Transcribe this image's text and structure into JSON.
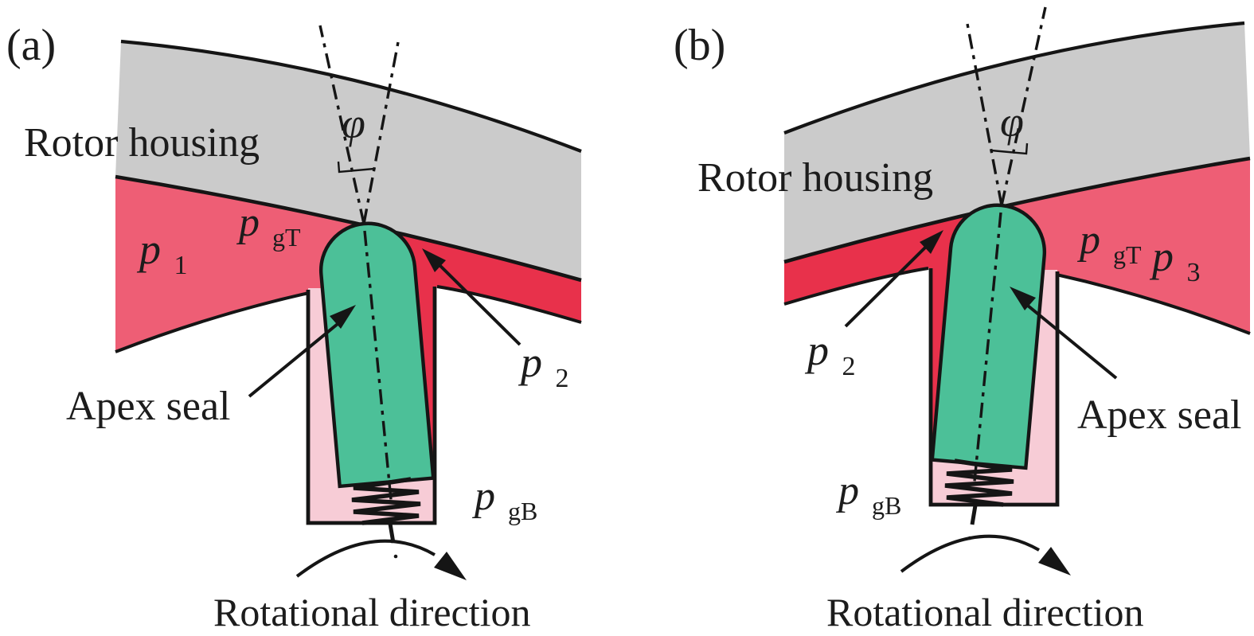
{
  "figure": {
    "description": "Tilting behaviour of an apex seal in its groove against the rotor housing, for two rotational load cases",
    "panels": [
      {
        "tag": "(a)",
        "rotor_housing_label": "Rotor housing",
        "tilt_angle_symbol": "φ",
        "apex_seal_label": "Apex seal",
        "rotational_direction_label": "Rotational direction",
        "pressures": {
          "chamber_left": {
            "main": "p",
            "sub": "1"
          },
          "groove_top": {
            "main": "p",
            "sub": "gT"
          },
          "chamber_right": {
            "main": "p",
            "sub": "2"
          },
          "groove_bottom": {
            "main": "p",
            "sub": "gB"
          }
        }
      },
      {
        "tag": "(b)",
        "rotor_housing_label": "Rotor housing",
        "tilt_angle_symbol": "φ",
        "apex_seal_label": "Apex seal",
        "rotational_direction_label": "Rotational direction",
        "pressures": {
          "chamber_left": {
            "main": "p",
            "sub": "2"
          },
          "groove_top": {
            "main": "p",
            "sub": "gT"
          },
          "chamber_right": {
            "main": "p",
            "sub": "3"
          },
          "groove_bottom": {
            "main": "p",
            "sub": "gB"
          }
        }
      }
    ]
  },
  "colors": {
    "housing_gray": "#cbcbcb",
    "chamber_light_red": "#ee5e75",
    "gas_dark_red": "#e8314b",
    "groove_pink": "#f7ccd6",
    "seal_green": "#4cc098",
    "outline_black": "#151515"
  }
}
